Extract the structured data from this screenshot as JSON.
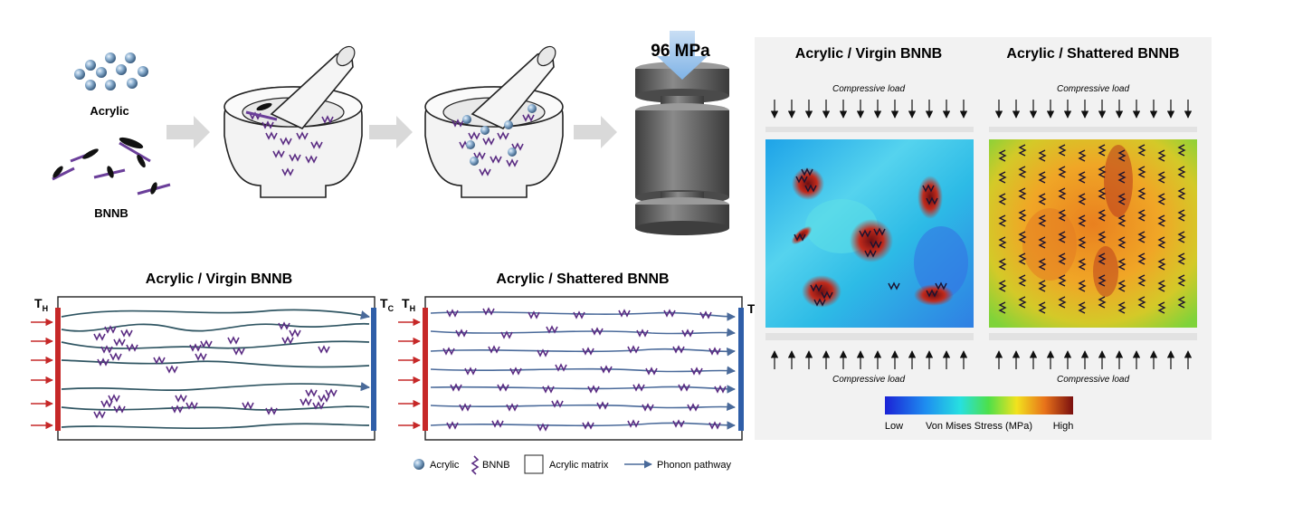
{
  "process": {
    "acrylic_label": "Acrylic",
    "bnnb_label": "BNNB",
    "pressure_label": "96 MPa"
  },
  "pathways": {
    "virgin_title": "Acrylic / Virgin BNNB",
    "shattered_title": "Acrylic / Shattered BNNB",
    "hot_label": "T",
    "hot_sub": "H",
    "cold_label": "T",
    "cold_sub": "C"
  },
  "legend": {
    "acrylic": "Acrylic",
    "bnnb": "BNNB",
    "matrix": "Acrylic matrix",
    "phonon": "Phonon pathway"
  },
  "stress": {
    "virgin_title": "Acrylic / Virgin BNNB",
    "shattered_title": "Acrylic / Shattered BNNB",
    "load_label": "Compressive load",
    "scale_low": "Low",
    "scale_title": "Von Mises Stress (MPa)",
    "scale_high": "High"
  },
  "colors": {
    "hot": "#c62828",
    "cold": "#2f5ea8",
    "bnnb": "#5b2c83",
    "pathway": "#2f5562"
  }
}
